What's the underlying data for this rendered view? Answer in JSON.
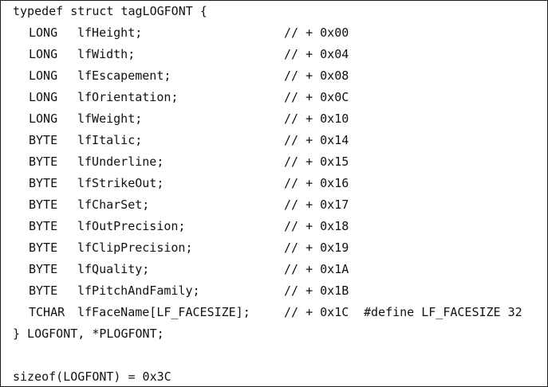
{
  "struct_header": "typedef struct tagLOGFONT {",
  "fields": [
    {
      "type": "LONG",
      "name": "lfHeight;",
      "offset": "// + 0x00"
    },
    {
      "type": "LONG",
      "name": "lfWidth;",
      "offset": "// + 0x04"
    },
    {
      "type": "LONG",
      "name": "lfEscapement;",
      "offset": "// + 0x08"
    },
    {
      "type": "LONG",
      "name": "lfOrientation;",
      "offset": "// + 0x0C"
    },
    {
      "type": "LONG",
      "name": "lfWeight;",
      "offset": "// + 0x10"
    },
    {
      "type": "BYTE",
      "name": "lfItalic;",
      "offset": "// + 0x14"
    },
    {
      "type": "BYTE",
      "name": "lfUnderline;",
      "offset": "// + 0x15"
    },
    {
      "type": "BYTE",
      "name": "lfStrikeOut;",
      "offset": "// + 0x16"
    },
    {
      "type": "BYTE",
      "name": "lfCharSet;",
      "offset": "// + 0x17"
    },
    {
      "type": "BYTE",
      "name": "lfOutPrecision;",
      "offset": "// + 0x18"
    },
    {
      "type": "BYTE",
      "name": "lfClipPrecision;",
      "offset": "// + 0x19"
    },
    {
      "type": "BYTE",
      "name": "lfQuality;",
      "offset": "// + 0x1A"
    },
    {
      "type": "BYTE",
      "name": "lfPitchAndFamily;",
      "offset": "// + 0x1B"
    },
    {
      "type": "TCHAR",
      "name": "lfFaceName[LF_FACESIZE];",
      "offset": "// + 0x1C",
      "define": "#define LF_FACESIZE 32"
    }
  ],
  "struct_footer": "} LOGFONT, *PLOGFONT;",
  "sizeof_line": "sizeof(LOGFONT) = 0x3C",
  "colors": {
    "text": "#111111",
    "border": "#1a1a1a",
    "background": "#ffffff"
  }
}
